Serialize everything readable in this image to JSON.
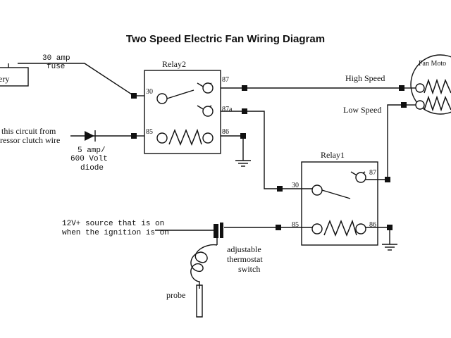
{
  "title": "Two Speed Electric Fan Wiring Diagram",
  "battery": {
    "label": "Battery",
    "visible_text": "ery"
  },
  "fuse": {
    "line1": "30 amp",
    "line2": "fuse"
  },
  "compressor_note": {
    "line1": "To this circuit from",
    "line2": "compressor clutch wire",
    "visible_line1": "this circuit from",
    "visible_line2": "ressor clutch wire"
  },
  "diode": {
    "line1": "5 amp/",
    "line2": "600 Volt",
    "line3": "diode"
  },
  "relay2": {
    "label": "Relay2",
    "pins": {
      "p30": "30",
      "p85": "85",
      "p87": "87",
      "p87a": "87a",
      "p86": "86"
    }
  },
  "relay1": {
    "label": "Relay1",
    "pins": {
      "p30": "30",
      "p85": "85",
      "p87": "87",
      "p86": "86"
    }
  },
  "fan_motor": {
    "label": "Fan Motor",
    "visible_label": "Fan Moto"
  },
  "high_speed": "High Speed",
  "low_speed": "Low Speed",
  "source": {
    "line1": "12V+ source that is on",
    "line2": "when the ignition is on"
  },
  "thermostat": {
    "line1": "adjustable",
    "line2": "thermostat",
    "line3": "switch"
  },
  "probe": "probe"
}
